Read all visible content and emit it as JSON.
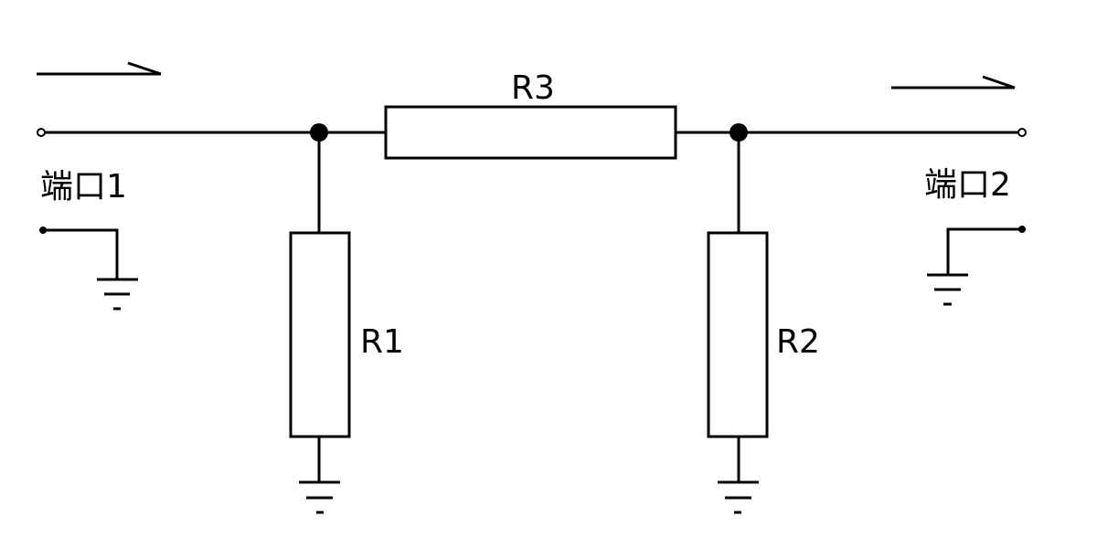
{
  "diagram": {
    "resistors": {
      "r1": "R1",
      "r2": "R2",
      "r3": "R3"
    },
    "ports": {
      "port1": "端口1",
      "port2": "端口2"
    }
  }
}
